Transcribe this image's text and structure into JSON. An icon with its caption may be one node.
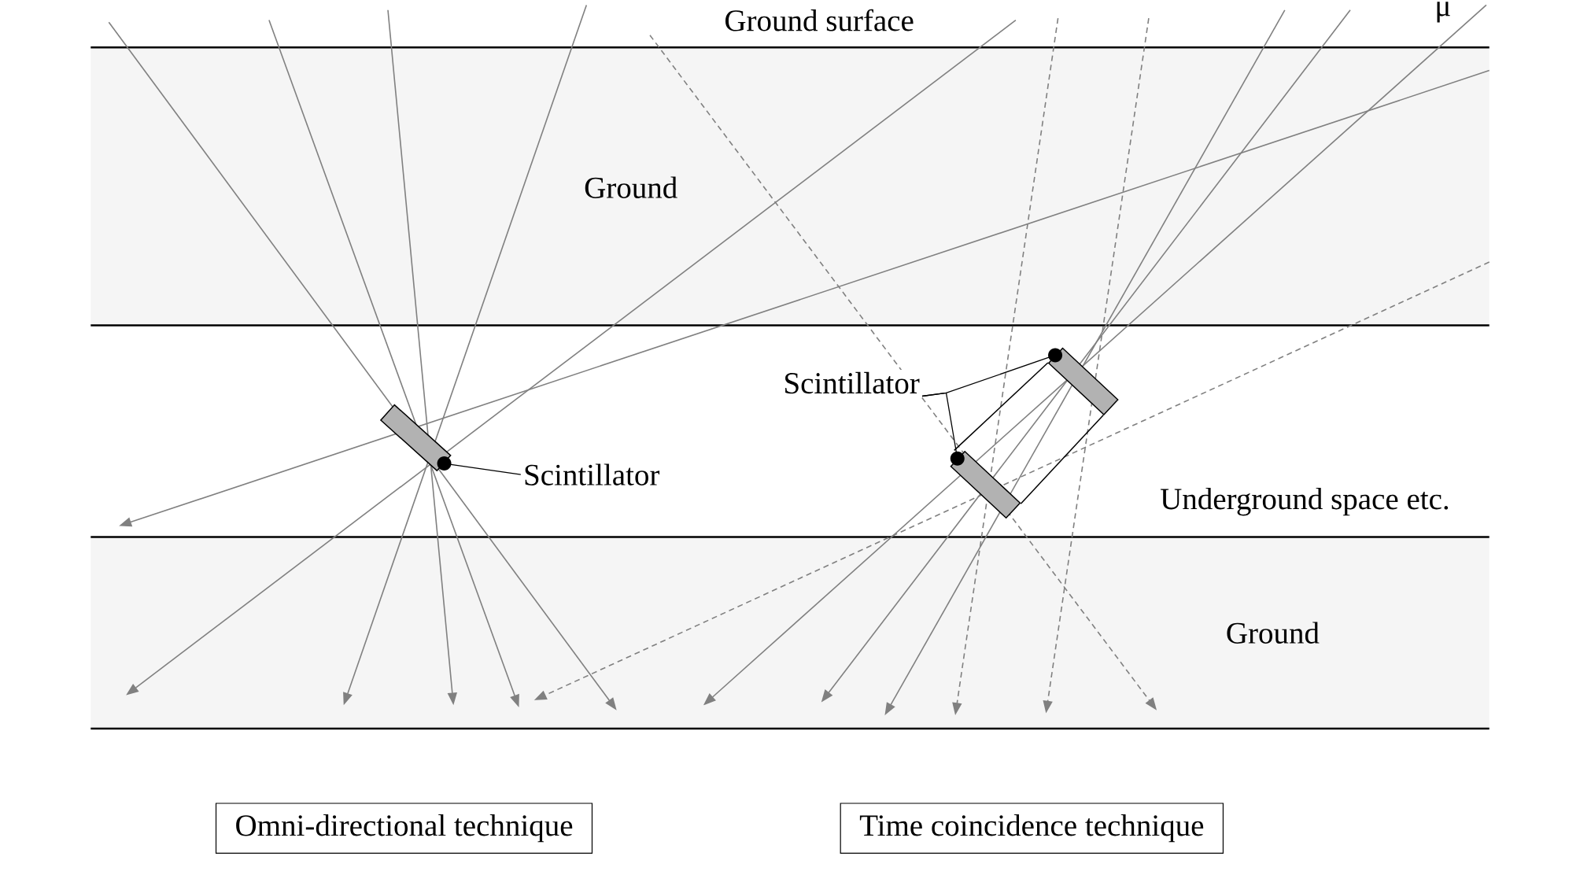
{
  "diagram": {
    "nodes": [
      {
        "text": [
          "Omni-directional technique"
        ]
      },
      {
        "text": [
          "Time coincidence technique"
        ]
      },
      {
        "text": [
          "Scintillator"
        ]
      },
      {
        "text": [],
        "shape": "bar"
      },
      {
        "text": [
          "Scintillator"
        ]
      },
      {
        "text": [],
        "shape": "bar"
      },
      {
        "text": [],
        "shape": "bar"
      }
    ],
    "edges": [
      {
        "from": 2,
        "to": 3,
        "arrow": "none"
      },
      {
        "from": 4,
        "to": 5,
        "arrow": "none"
      },
      {
        "from": 4,
        "to": 6,
        "arrow": "none"
      }
    ],
    "labels": [
      "Ground surface",
      "μ",
      "Ground",
      "Underground space etc.",
      "Ground"
    ]
  }
}
